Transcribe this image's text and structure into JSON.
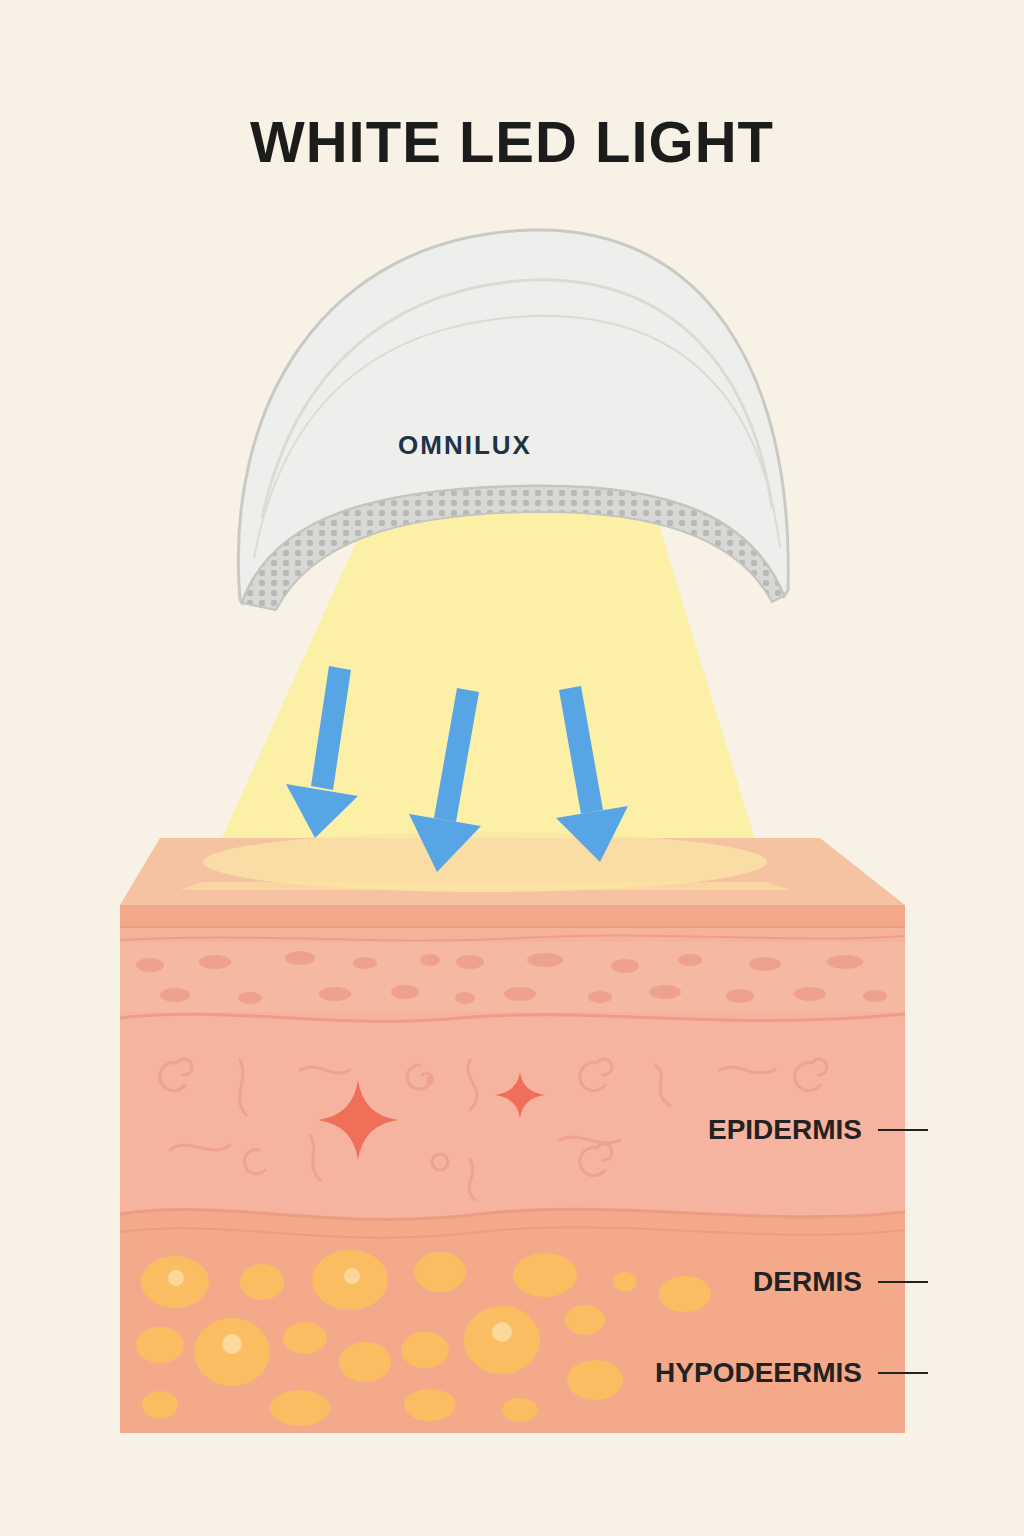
{
  "diagram": {
    "title": "WHITE LED LIGHT",
    "nodes": [
      {
        "text": [
          "OMNILUX"
        ]
      }
    ],
    "labels": [
      "EPIDERMIS",
      "DERMIS",
      "HYPODEERMIS"
    ]
  }
}
